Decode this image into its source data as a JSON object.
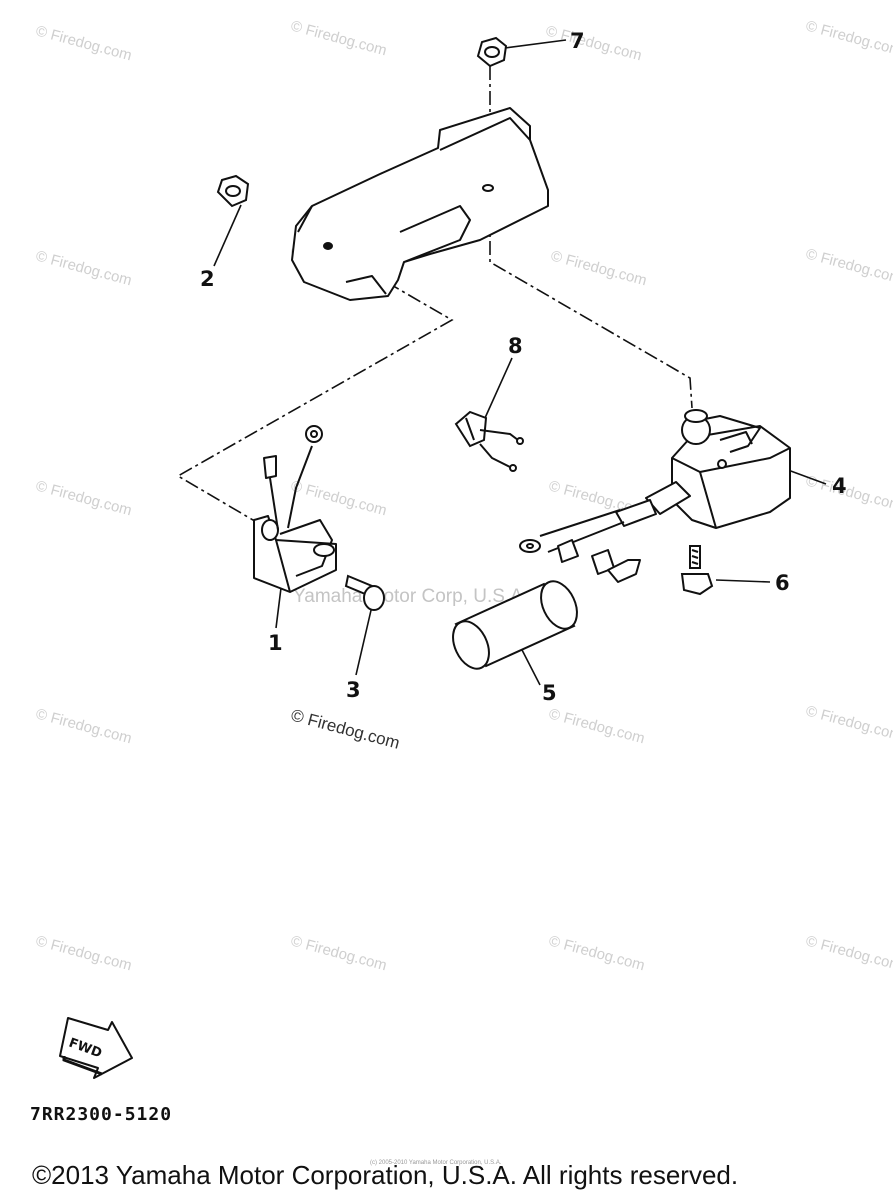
{
  "diagram": {
    "callouts": [
      {
        "id": "1",
        "label": "1"
      },
      {
        "id": "2",
        "label": "2"
      },
      {
        "id": "3",
        "label": "3"
      },
      {
        "id": "4",
        "label": "4"
      },
      {
        "id": "5",
        "label": "5"
      },
      {
        "id": "6",
        "label": "6"
      },
      {
        "id": "7",
        "label": "7"
      },
      {
        "id": "8",
        "label": "8"
      }
    ],
    "fwd_label": "FWD",
    "part_number": "7RR2300-5120"
  },
  "watermarks": {
    "firedog": "© Firedog.com",
    "yamaha_inline": "Yamaha Motor Corp, U.S.A."
  },
  "footer": {
    "copyright": "©2013 Yamaha Motor Corporation, U.S.A. All rights reserved.",
    "tiny_copyright": "(c) 2005-2010 Yamaha Motor Corporation, U.S.A."
  }
}
